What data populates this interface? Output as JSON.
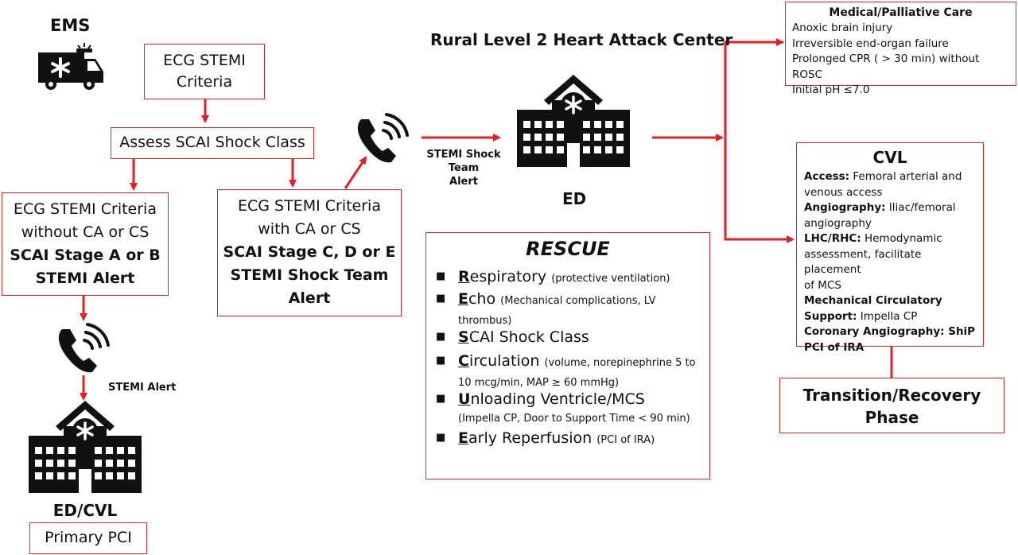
{
  "ems_label": "EMS",
  "main_title": "Rural Level 2 Heart Attack Center",
  "ecg_criteria_top": {
    "line1": "ECG STEMI",
    "line2": "Criteria"
  },
  "assess_shock": "Assess SCAI Shock Class",
  "ecg_without": {
    "line1": "ECG STEMI Criteria",
    "line2": "without CA or CS",
    "line3": "SCAI Stage A or B",
    "line4": "STEMI Alert"
  },
  "ecg_with": {
    "line1": "ECG STEMI Criteria",
    "line2": "with CA or CS",
    "line3": "SCAI Stage C, D or E",
    "line4": "STEMI Shock Team",
    "line5": "Alert"
  },
  "shock_team_alert": {
    "line1": "STEMI Shock Team",
    "line2": "Alert"
  },
  "stemi_alert": "STEMI Alert",
  "ed_label": "ED",
  "ed_cvl_label": "ED/CVL",
  "primary_pci": "Primary PCI",
  "rescue": {
    "title": "RESCUE",
    "items": [
      {
        "letter": "R",
        "rest": "espiratory",
        "note": "(protective ventilation)"
      },
      {
        "letter": "E",
        "rest": "cho",
        "note": "(Mechanical complications, LV",
        "note2": "thrombus)"
      },
      {
        "letter": "S",
        "rest": "CAI Shock Class"
      },
      {
        "letter": "C",
        "rest": "irculation",
        "note": "(volume, norepinephrine 5 to",
        "note2": "10 mcg/min, MAP ≥ 60 mmHg)"
      },
      {
        "letter": "U",
        "rest": "nloading Ventricle/MCS",
        "note2": "(Impella CP, Door to Support Time < 90 min)"
      },
      {
        "letter": "E",
        "rest": "arly Reperfusion",
        "note": "(PCI of IRA)"
      }
    ]
  },
  "medical_palliative": {
    "title": "Medical/Palliative Care",
    "items": [
      "Anoxic brain injury",
      "Irreversible end-organ failure",
      "Prolonged CPR ( > 30 min) without ROSC",
      "Initial pH ≤7.0"
    ]
  },
  "cvl": {
    "title": "CVL",
    "access_label": "Access:",
    "access_text1": "Femoral arterial and",
    "access_text2": "venous access",
    "angio_label": "Angiography:",
    "angio_text1": "Iliac/femoral",
    "angio_text2": "angiography",
    "lhc_label": "LHC/RHC:",
    "lhc_text1": "Hemodynamic",
    "lhc_text2": "assessment, facilitate placement",
    "lhc_text3": "of MCS",
    "mcs_label1": "Mechanical Circulatory",
    "mcs_label2": "Support:",
    "mcs_text": "Impella CP",
    "coronary_label": "Coronary Angiography: ShiP",
    "pci_label": "PCI of IRA"
  },
  "transition": {
    "line1": "Transition/Recovery",
    "line2": "Phase"
  },
  "colors": {
    "arrow_red": "#e31e24",
    "box_border": "#d42b2b",
    "icon_black": "#111111"
  }
}
